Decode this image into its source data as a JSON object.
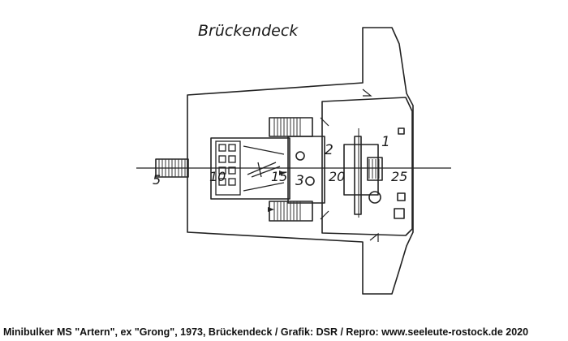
{
  "title": "Brückendeck",
  "frame_labels": {
    "f5": "5",
    "f10": "10",
    "f15": "15",
    "f20": "20",
    "f25": "25"
  },
  "room_labels": {
    "r1": "1",
    "r2": "2",
    "r3": "3"
  },
  "caption": "Minibulker MS \"Artern\", ex \"Grong\", 1973, Brückendeck / Grafik: DSR / Repro: www.seeleute-rostock.de 2020"
}
